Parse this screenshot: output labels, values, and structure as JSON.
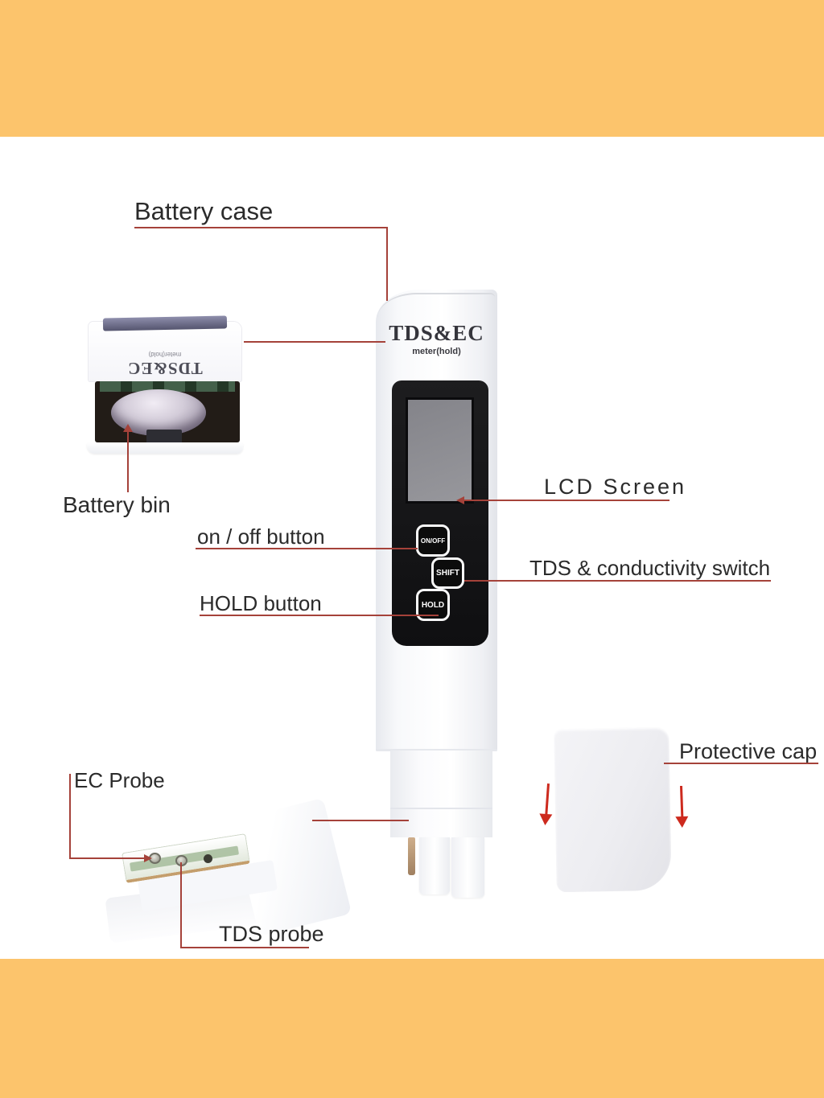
{
  "page": {
    "background": "#ffffff"
  },
  "colors": {
    "band_orange": "#FCC46C",
    "leader_line_red": "#A5423A",
    "arrow_red": "#CD2A1E",
    "label_text": "#2B2B2B"
  },
  "annotations": {
    "battery_case": "Battery case",
    "battery_bin": "Battery bin",
    "on_off_button": "on / off button",
    "hold_button": "HOLD button",
    "lcd_screen": "LCD Screen",
    "tds_conductivity_switch": "TDS & conductivity switch",
    "ec_probe": "EC Probe",
    "tds_probe": "TDS probe",
    "protective_cap": "Protective cap"
  },
  "meter": {
    "title": "TDS&EC",
    "subtitle": "meter(hold)",
    "buttons": [
      {
        "label": "ON/OFF"
      },
      {
        "label": "SHIFT"
      },
      {
        "label": "HOLD"
      }
    ]
  },
  "battery_inset": {
    "flipped_title": "TDS&EC",
    "flipped_subtitle": "meter(hold)"
  },
  "icons": {
    "cap_arrow_left": "down-arrow",
    "cap_arrow_right": "down-arrow",
    "leader_arrowheads": [
      "up-arrow",
      "left-arrow",
      "right-arrow"
    ]
  }
}
